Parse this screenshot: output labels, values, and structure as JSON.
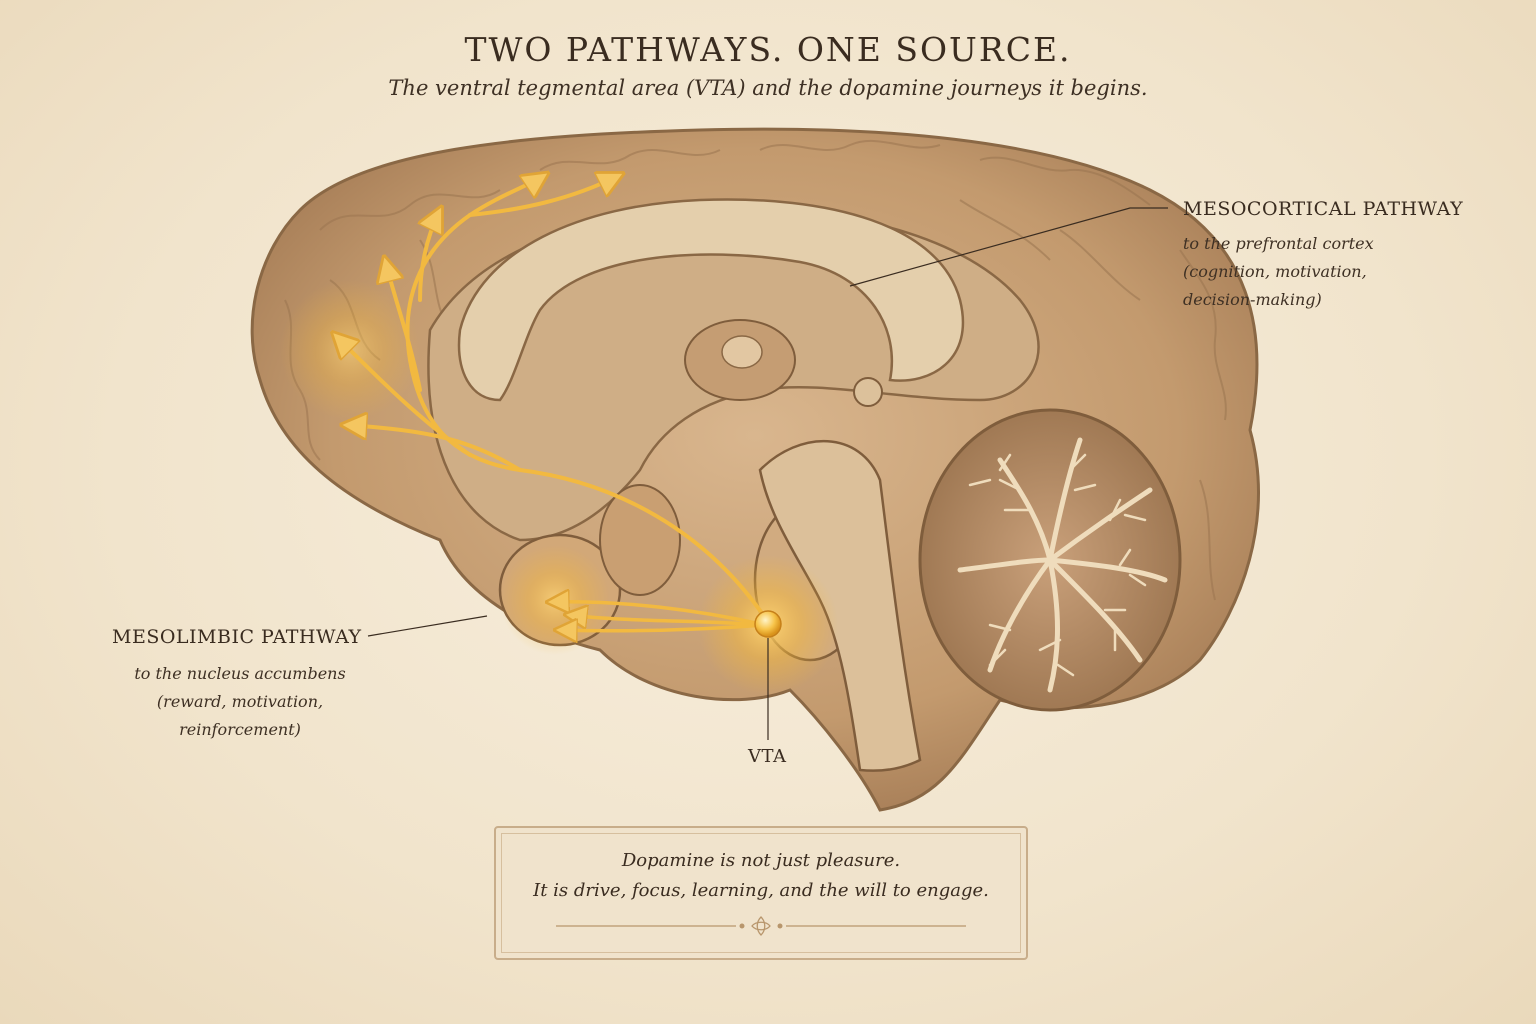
{
  "header": {
    "title": "TWO PATHWAYS. ONE SOURCE.",
    "subtitle": "The ventral tegmental area (VTA) and the dopamine journeys it begins."
  },
  "labels": {
    "mesocortical": {
      "heading": "MESOCORTICAL PATHWAY",
      "lines": [
        "to the prefrontal cortex",
        "(cognition, motivation,",
        "decision-making)"
      ]
    },
    "mesolimbic": {
      "heading": "MESOLIMBIC PATHWAY",
      "lines": [
        "to the nucleus accumbens",
        "(reward, motivation,",
        "reinforcement)"
      ]
    },
    "vta": "VTA"
  },
  "quote": {
    "line1": "Dopamine is not just pleasure.",
    "line2": "It is drive, focus, learning, and the will to engage."
  },
  "colors": {
    "background": "#f3e7d2",
    "tissue": "#c9a27a",
    "pathway_glow": "#f5b93a",
    "ink": "#3a2c20"
  }
}
